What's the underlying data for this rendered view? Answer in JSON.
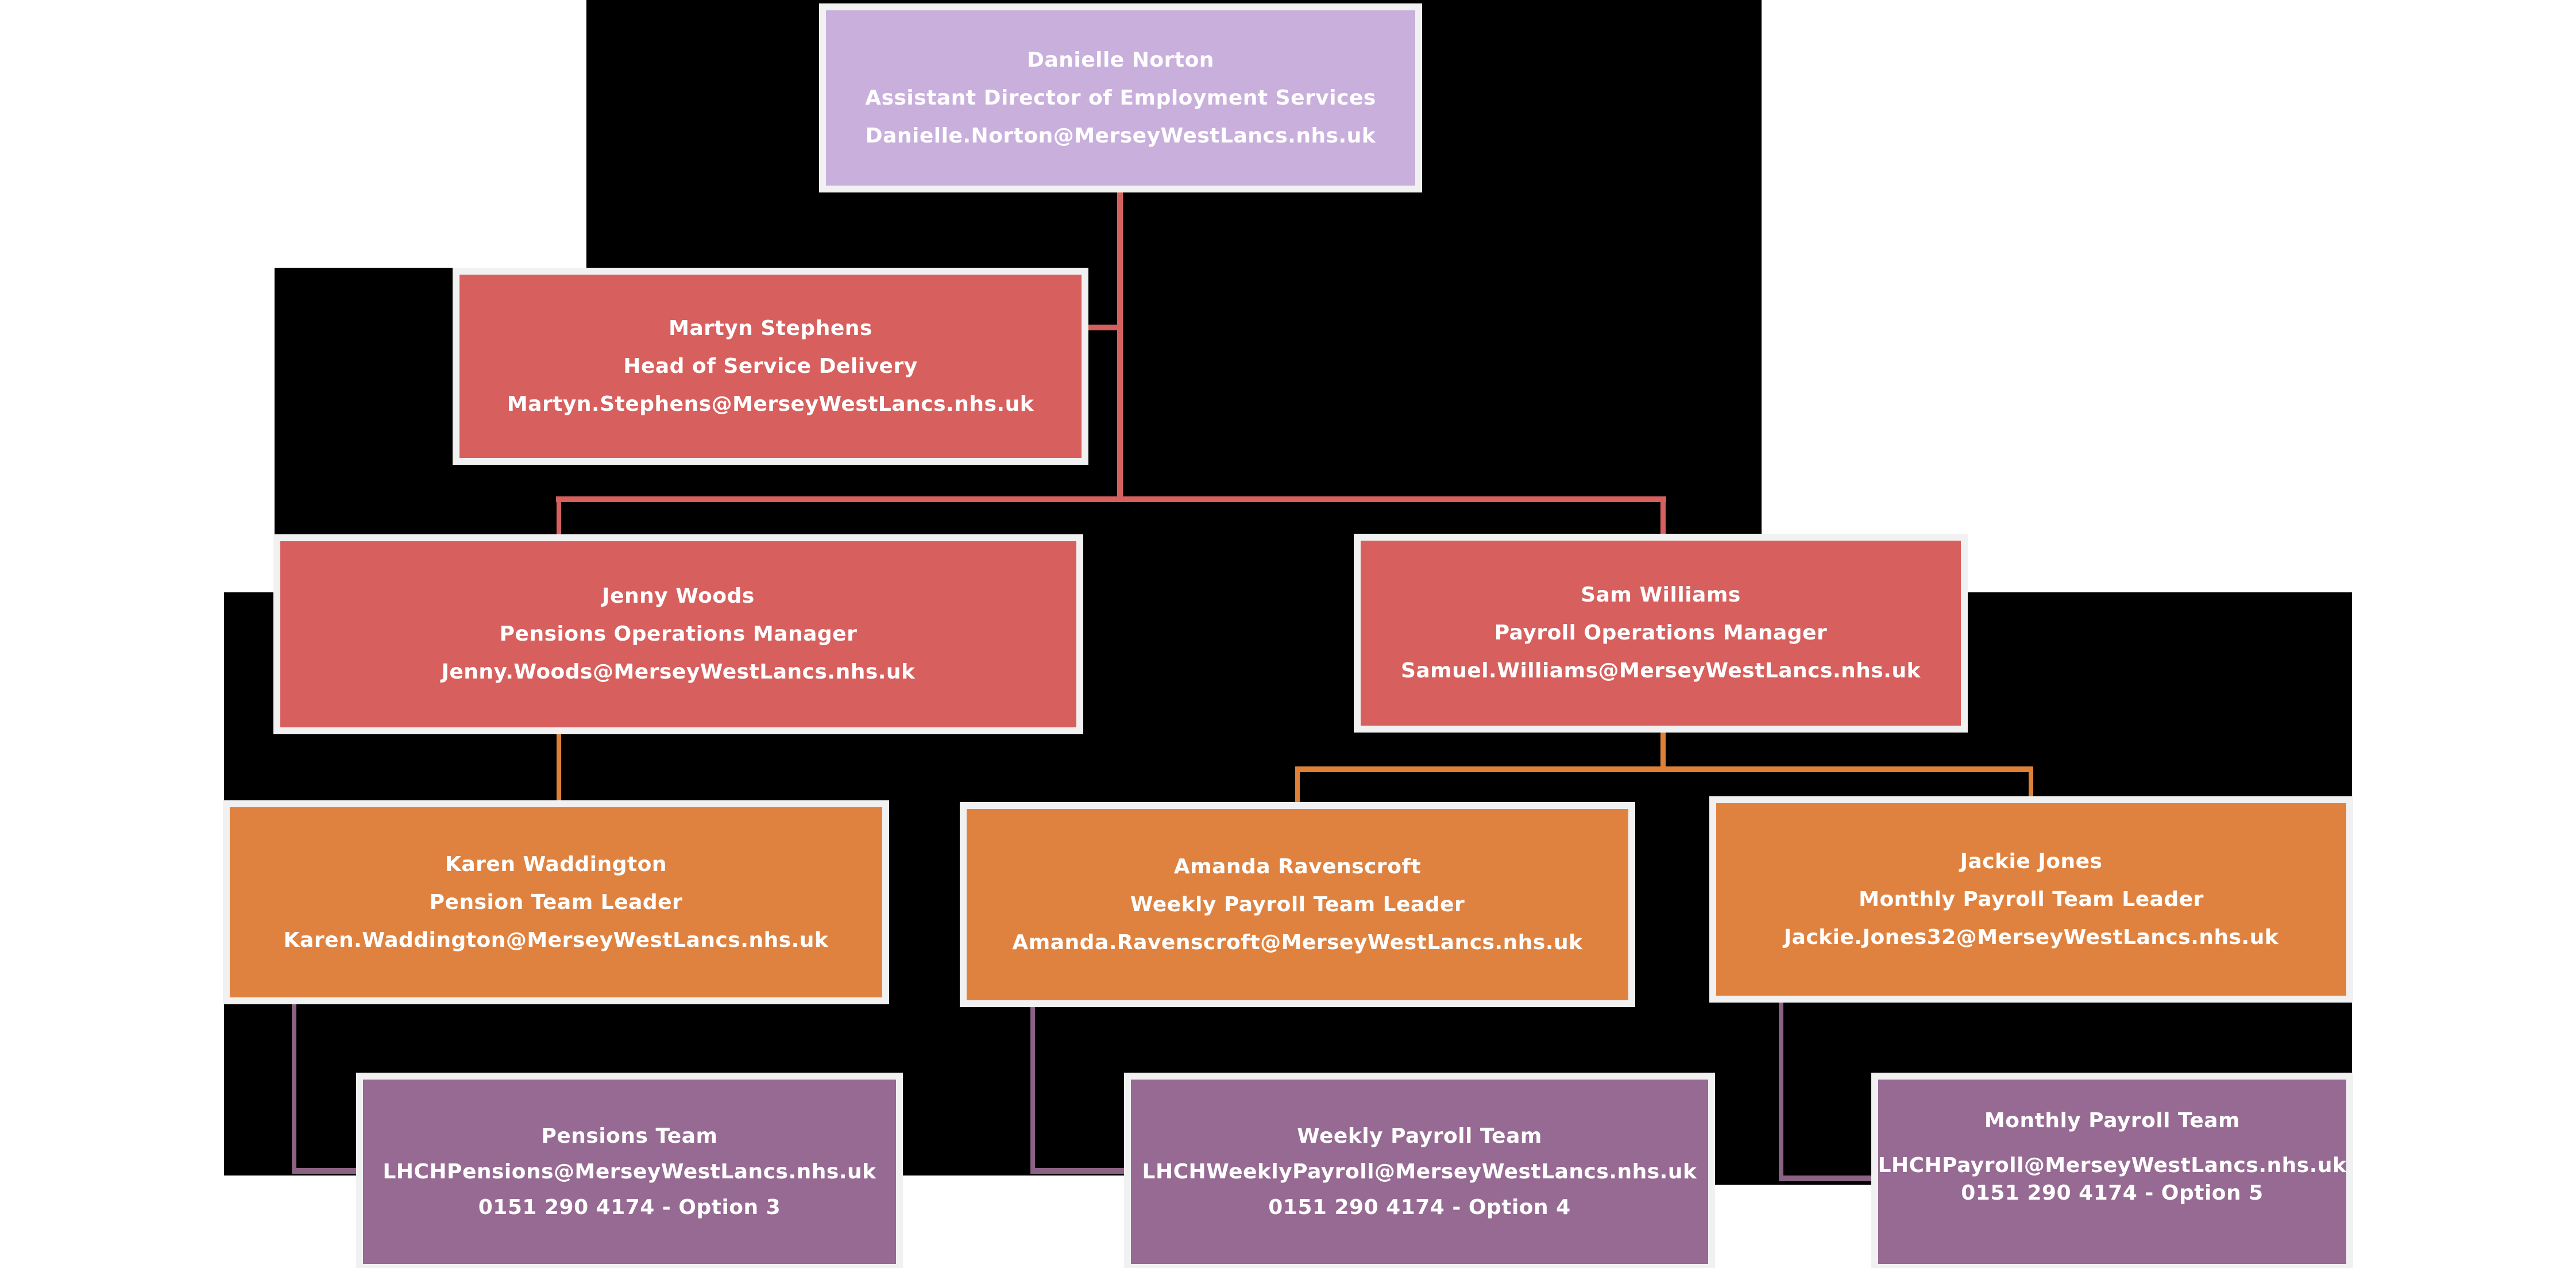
{
  "canvas": {
    "background": "#ffffff",
    "panel_color": "#000000",
    "box_border_color": "#f2f1f2",
    "text_color": "#ffffff"
  },
  "palette": {
    "executive_lavender": "#c9afdc",
    "manager_red": "#d75f5d",
    "team_leader_orange": "#e0823f",
    "team_plum": "#966a92",
    "connector_coral": "#d5605e",
    "connector_orange": "#dd8038",
    "connector_plum": "#8b6184"
  },
  "nodes": [
    {
      "id": "danielle-norton",
      "level": "executive",
      "lines": [
        "Danielle Norton",
        "Assistant Director of Employment Services",
        "Danielle.Norton@MerseyWestLancs.nhs.uk"
      ]
    },
    {
      "id": "martyn-stephens",
      "level": "manager",
      "lines": [
        "Martyn Stephens",
        "Head of Service Delivery",
        "Martyn.Stephens@MerseyWestLancs.nhs.uk"
      ]
    },
    {
      "id": "jenny-woods",
      "level": "manager",
      "lines": [
        "Jenny Woods",
        "Pensions Operations Manager",
        "Jenny.Woods@MerseyWestLancs.nhs.uk"
      ]
    },
    {
      "id": "sam-williams",
      "level": "manager",
      "lines": [
        "Sam Williams",
        "Payroll Operations Manager",
        "Samuel.Williams@MerseyWestLancs.nhs.uk"
      ]
    },
    {
      "id": "karen-waddington",
      "level": "team-leader",
      "lines": [
        "Karen Waddington",
        "Pension Team Leader",
        "Karen.Waddington@MerseyWestLancs.nhs.uk"
      ]
    },
    {
      "id": "amanda-ravenscroft",
      "level": "team-leader",
      "lines": [
        "Amanda Ravenscroft",
        "Weekly Payroll Team Leader",
        "Amanda.Ravenscroft@MerseyWestLancs.nhs.uk"
      ]
    },
    {
      "id": "jackie-jones",
      "level": "team-leader",
      "lines": [
        "Jackie Jones",
        "Monthly Payroll Team Leader",
        "Jackie.Jones32@MerseyWestLancs.nhs.uk"
      ]
    },
    {
      "id": "pensions-team",
      "level": "team",
      "lines": [
        "Pensions Team",
        "LHCHPensions@MerseyWestLancs.nhs.uk",
        "0151 290 4174 - Option 3"
      ]
    },
    {
      "id": "weekly-payroll-team",
      "level": "team",
      "lines": [
        "Weekly Payroll Team",
        "LHCHWeeklyPayroll@MerseyWestLancs.nhs.uk",
        "0151 290 4174 - Option 4"
      ]
    },
    {
      "id": "monthly-payroll-team",
      "level": "team",
      "lines": [
        "Monthly Payroll Team",
        "LHCHPayroll@MerseyWestLancs.nhs.uk",
        "0151 290 4174 - Option 5"
      ]
    }
  ],
  "edges": [
    {
      "from": "Danielle Norton",
      "to": "Martyn Stephens"
    },
    {
      "from": "Danielle Norton",
      "to": "Jenny Woods"
    },
    {
      "from": "Danielle Norton",
      "to": "Sam Williams"
    },
    {
      "from": "Jenny Woods",
      "to": "Karen Waddington"
    },
    {
      "from": "Sam Williams",
      "to": "Amanda Ravenscroft"
    },
    {
      "from": "Sam Williams",
      "to": "Jackie Jones"
    },
    {
      "from": "Karen Waddington",
      "to": "Pensions Team"
    },
    {
      "from": "Amanda Ravenscroft",
      "to": "Weekly Payroll Team"
    },
    {
      "from": "Jackie Jones",
      "to": "Monthly Payroll Team"
    }
  ]
}
